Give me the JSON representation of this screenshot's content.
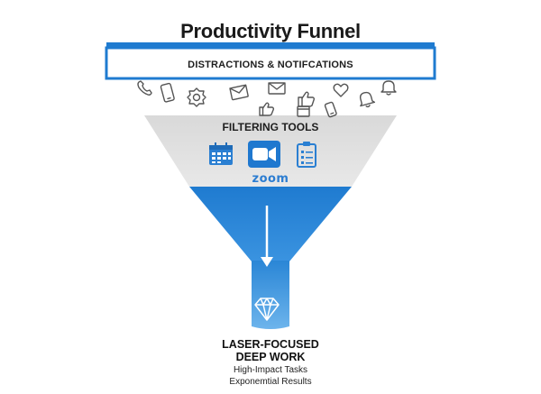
{
  "title": "Productivity Funnel",
  "band_label": "DISTRACTIONS & NOTIFCATIONS",
  "distraction_icons": [
    "phone-call-icon",
    "smartphone-icon",
    "gear-badge-icon",
    "envelope-icon",
    "envelope-icon",
    "thumbs-up-icon",
    "heart-icon",
    "bell-icon",
    "bell-icon",
    "smartphone-icon",
    "thumbs-up-icon",
    "calendar-icon"
  ],
  "filter_label": "FILTERING TOOLS",
  "tool_icons": [
    "calendar-icon",
    "video-camera-icon",
    "clipboard-checklist-icon"
  ],
  "zoom_label": "zoom",
  "output": {
    "line1": "LASER-FOCUSED",
    "line2": "DEEP WORK",
    "sub1": "High-Impact Tasks",
    "sub2": "Exponemtial Results"
  },
  "colors": {
    "accent_blue": "#1f7bd0",
    "funnel_gray": "#dedede",
    "title_text": "#1a1a1a"
  }
}
